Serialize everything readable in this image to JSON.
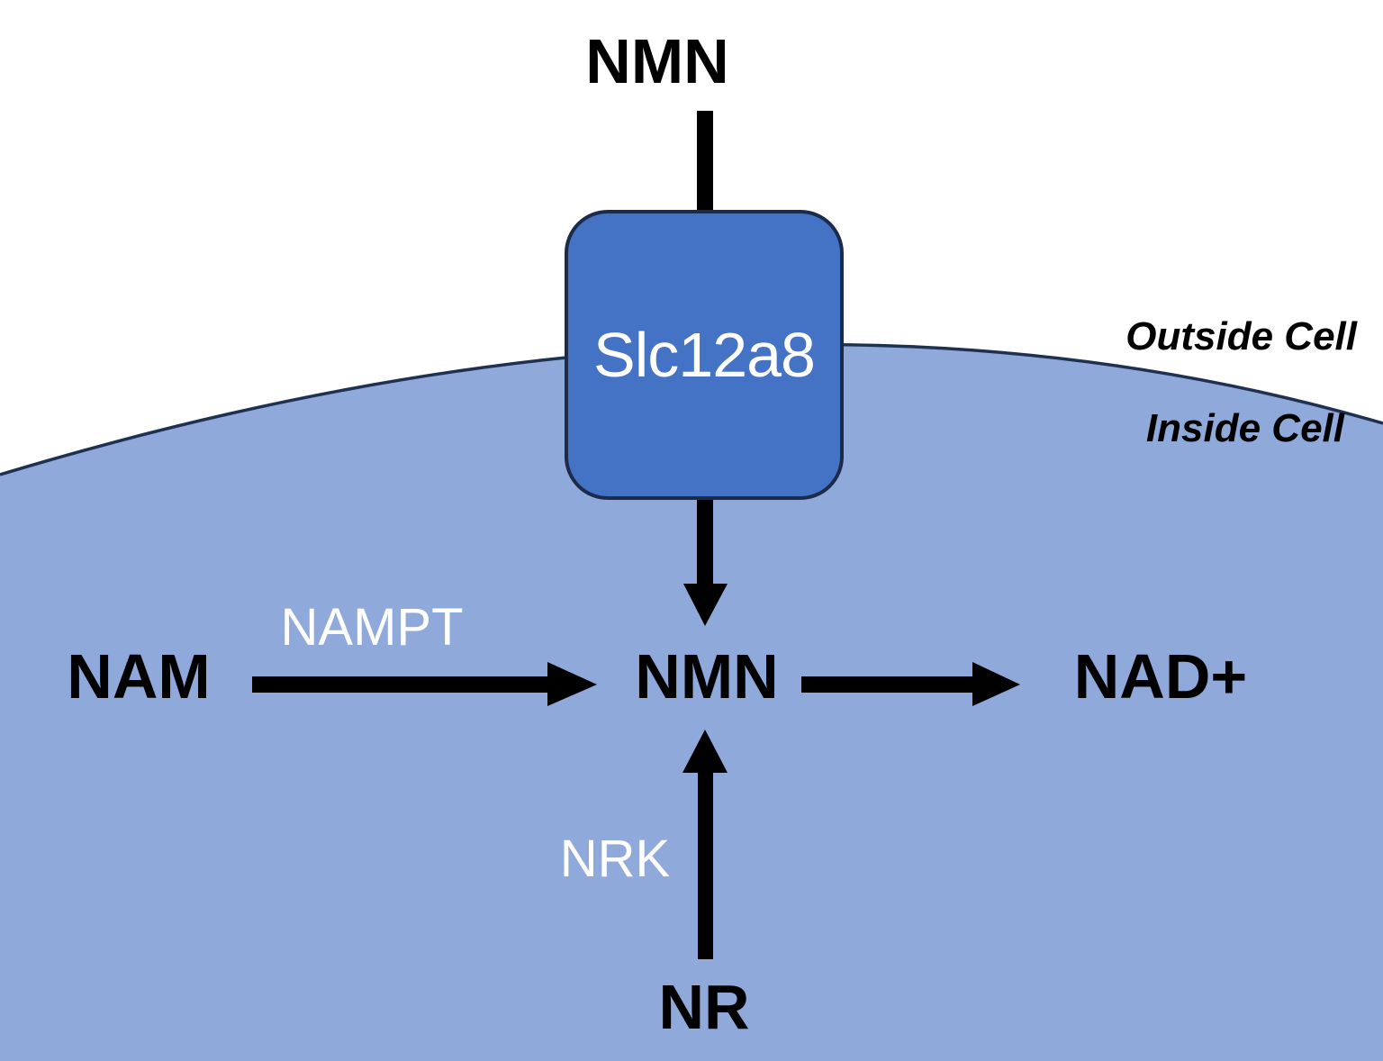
{
  "labels": {
    "extracellular_nmn": "NMN",
    "transporter": "Slc12a8",
    "outside_cell": "Outside Cell",
    "inside_cell": "Inside Cell",
    "nam": "NAM",
    "nampt": "NAMPT",
    "intracellular_nmn": "NMN",
    "nad": "NAD+",
    "nrk": "NRK",
    "nr": "NR"
  },
  "colors": {
    "cell-fill": "#8FA9DA",
    "membrane-stroke": "#1F3050",
    "transporter-fill": "#4472C4",
    "transporter-stroke": "#1C2B4A",
    "arrow": "#000000",
    "enzyme-text": "#FFFFFF",
    "molecule-text": "#000000"
  }
}
